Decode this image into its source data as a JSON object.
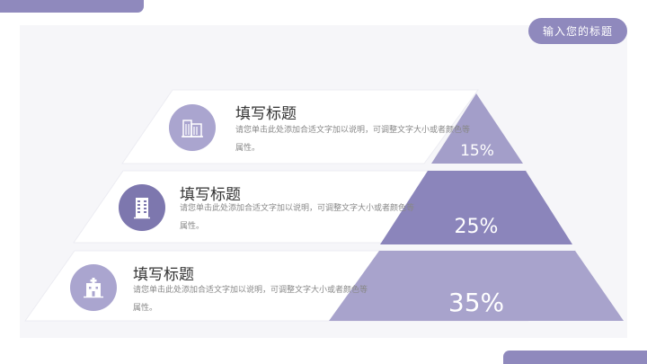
{
  "header": {
    "title_pill": "输入您的标题"
  },
  "rows": [
    {
      "title": "填写标题",
      "desc": "请您单击此处添加合适文字加以说明，可调整文字大小或者颜色等属性。",
      "percent": "15%",
      "icon": "office-building-icon"
    },
    {
      "title": "填写标题",
      "desc": "请您单击此处添加合适文字加以说明，可调整文字大小或者颜色等属性。",
      "percent": "25%",
      "icon": "tower-building-icon"
    },
    {
      "title": "填写标题",
      "desc": "请您单击此处添加合适文字加以说明，可调整文字大小或者颜色等属性。",
      "percent": "35%",
      "icon": "hospital-building-icon"
    }
  ],
  "colors": {
    "accent": "#8f89bd",
    "tier_top": "#a39ec9",
    "tier_mid": "#8b85bb",
    "tier_bottom": "#a8a3cc",
    "icon_bg_light": "#aaa5cf",
    "icon_bg_dark": "#7d77ae"
  }
}
